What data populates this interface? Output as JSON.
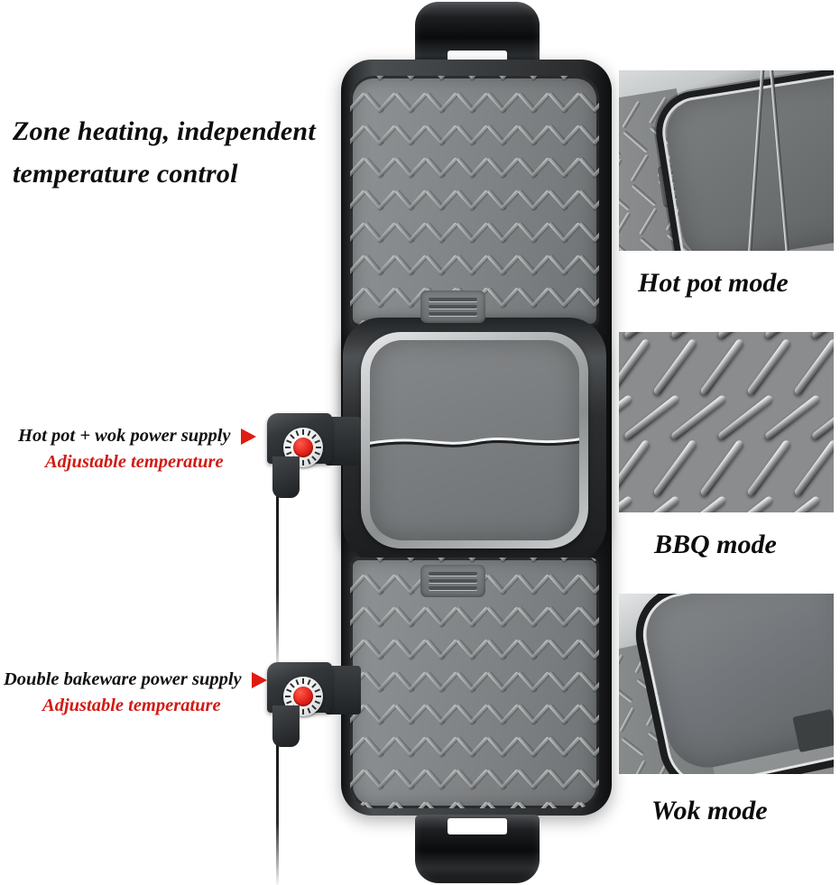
{
  "background_color": "#ffffff",
  "accent_color": "#e01b10",
  "headline": {
    "text": "Zone heating, independent temperature control"
  },
  "callouts": [
    {
      "id": "hot-pot-wok",
      "label": "Hot pot + wok power supply",
      "sublabel": "Adjustable temperature",
      "arrow": "arrow-right-icon",
      "label_color": "#111111",
      "sublabel_color": "#d01b14"
    },
    {
      "id": "double-bakeware",
      "label": "Double bakeware power supply",
      "sublabel": "Adjustable temperature",
      "arrow": "arrow-right-icon",
      "label_color": "#111111",
      "sublabel_color": "#d01b14"
    }
  ],
  "modes": [
    {
      "id": "hot-pot",
      "label": "Hot pot mode"
    },
    {
      "id": "bbq",
      "label": "BBQ mode"
    },
    {
      "id": "wok",
      "label": "Wok mode"
    }
  ],
  "appliance": {
    "handle_top": "carry-handle",
    "handle_bottom": "carry-handle",
    "plate_top": "grill-plate-chevron-texture",
    "plate_bottom": "grill-plate-chevron-texture",
    "center": "hot-pot-basin",
    "divider": "s-curve-divider-wire",
    "vents": "grease-vent-slots",
    "controls": [
      {
        "id": "control-top",
        "knob_color": "#e0211a",
        "dial": "temperature-dial"
      },
      {
        "id": "control-bottom",
        "knob_color": "#e0211a",
        "dial": "temperature-dial"
      }
    ]
  }
}
